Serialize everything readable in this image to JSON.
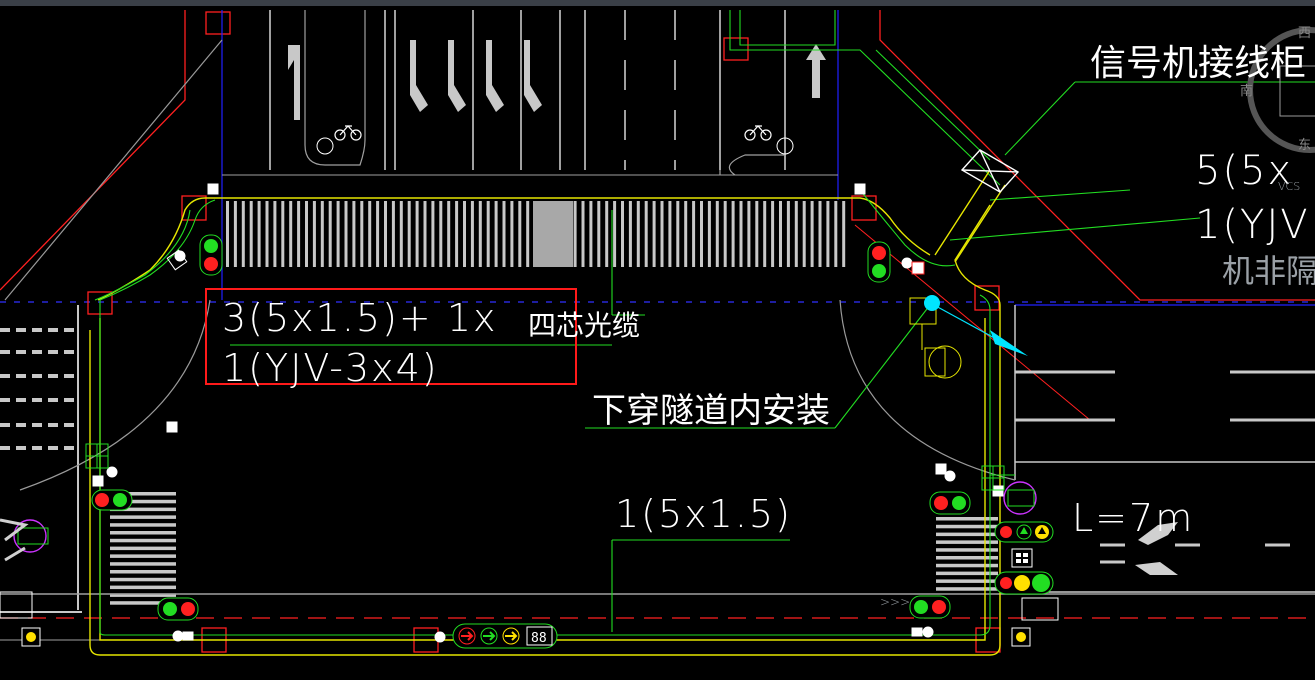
{
  "labels": {
    "cable_annotation_line1": "3(5x1.5)+ 1x",
    "cable_annotation_line1_suffix": "四芯光缆",
    "cable_annotation_line2": "1(YJV-3x4)",
    "tunnel_note": "下穿隧道内安装",
    "cable_bottom": "1(5x1.5)",
    "cabinet_label": "信号机接线柜",
    "right_cable_line1": "5(5x",
    "right_cable_line2": "1(YJV",
    "right_note": "机非隔",
    "length_label": "L=7m",
    "vcs_label": "VCS",
    "arrow_marker": ">>>",
    "countdown_digits": "88"
  },
  "compass": {
    "west": "西",
    "south": "南",
    "east": "东"
  },
  "colors": {
    "background": "#000000",
    "road_edge": "#ff2020",
    "signal_cable": "#22dd22",
    "curb": "#e6e600",
    "lane_marking": "#a0a0a0",
    "highlight_box": "#ff1a1a",
    "stop_line": "#2020ff",
    "detector": "#cc33ff",
    "camera": "#00e5ff"
  }
}
